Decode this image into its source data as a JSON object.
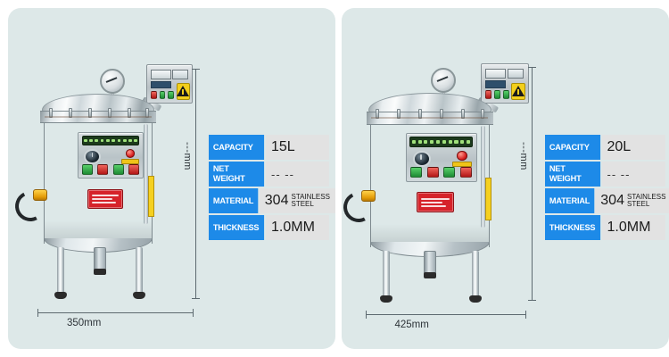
{
  "page": {
    "background_color": "#ffffff",
    "panel_color": "#dde8e8",
    "accent_color": "#1d8ae8",
    "value_cell_color": "#e2e2e2"
  },
  "panels": [
    {
      "name": "left-product-panel",
      "product_label": "15L autoclave sterilizer",
      "dimensions": {
        "width_label": "350mm",
        "height_label": "---mm"
      },
      "spec_table": {
        "rows": [
          {
            "key": "CAPACITY",
            "value": "15L",
            "sub": ""
          },
          {
            "key": "NET WEIGHT",
            "value": "-- --",
            "sub": "",
            "is_dash": true
          },
          {
            "key": "MATERIAL",
            "value": "304",
            "sub": "STAINLESS STEEL"
          },
          {
            "key": "THICKNESS",
            "value": "1.0MM",
            "sub": ""
          }
        ]
      }
    },
    {
      "name": "right-product-panel",
      "product_label": "20L autoclave sterilizer",
      "dimensions": {
        "width_label": "425mm",
        "height_label": "---mm"
      },
      "spec_table": {
        "rows": [
          {
            "key": "CAPACITY",
            "value": "20L",
            "sub": ""
          },
          {
            "key": "NET WEIGHT",
            "value": "-- --",
            "sub": "",
            "is_dash": true
          },
          {
            "key": "MATERIAL",
            "value": "304",
            "sub": "STAINLESS STEEL"
          },
          {
            "key": "THICKNESS",
            "value": "1.0MM",
            "sub": ""
          }
        ]
      }
    }
  ]
}
